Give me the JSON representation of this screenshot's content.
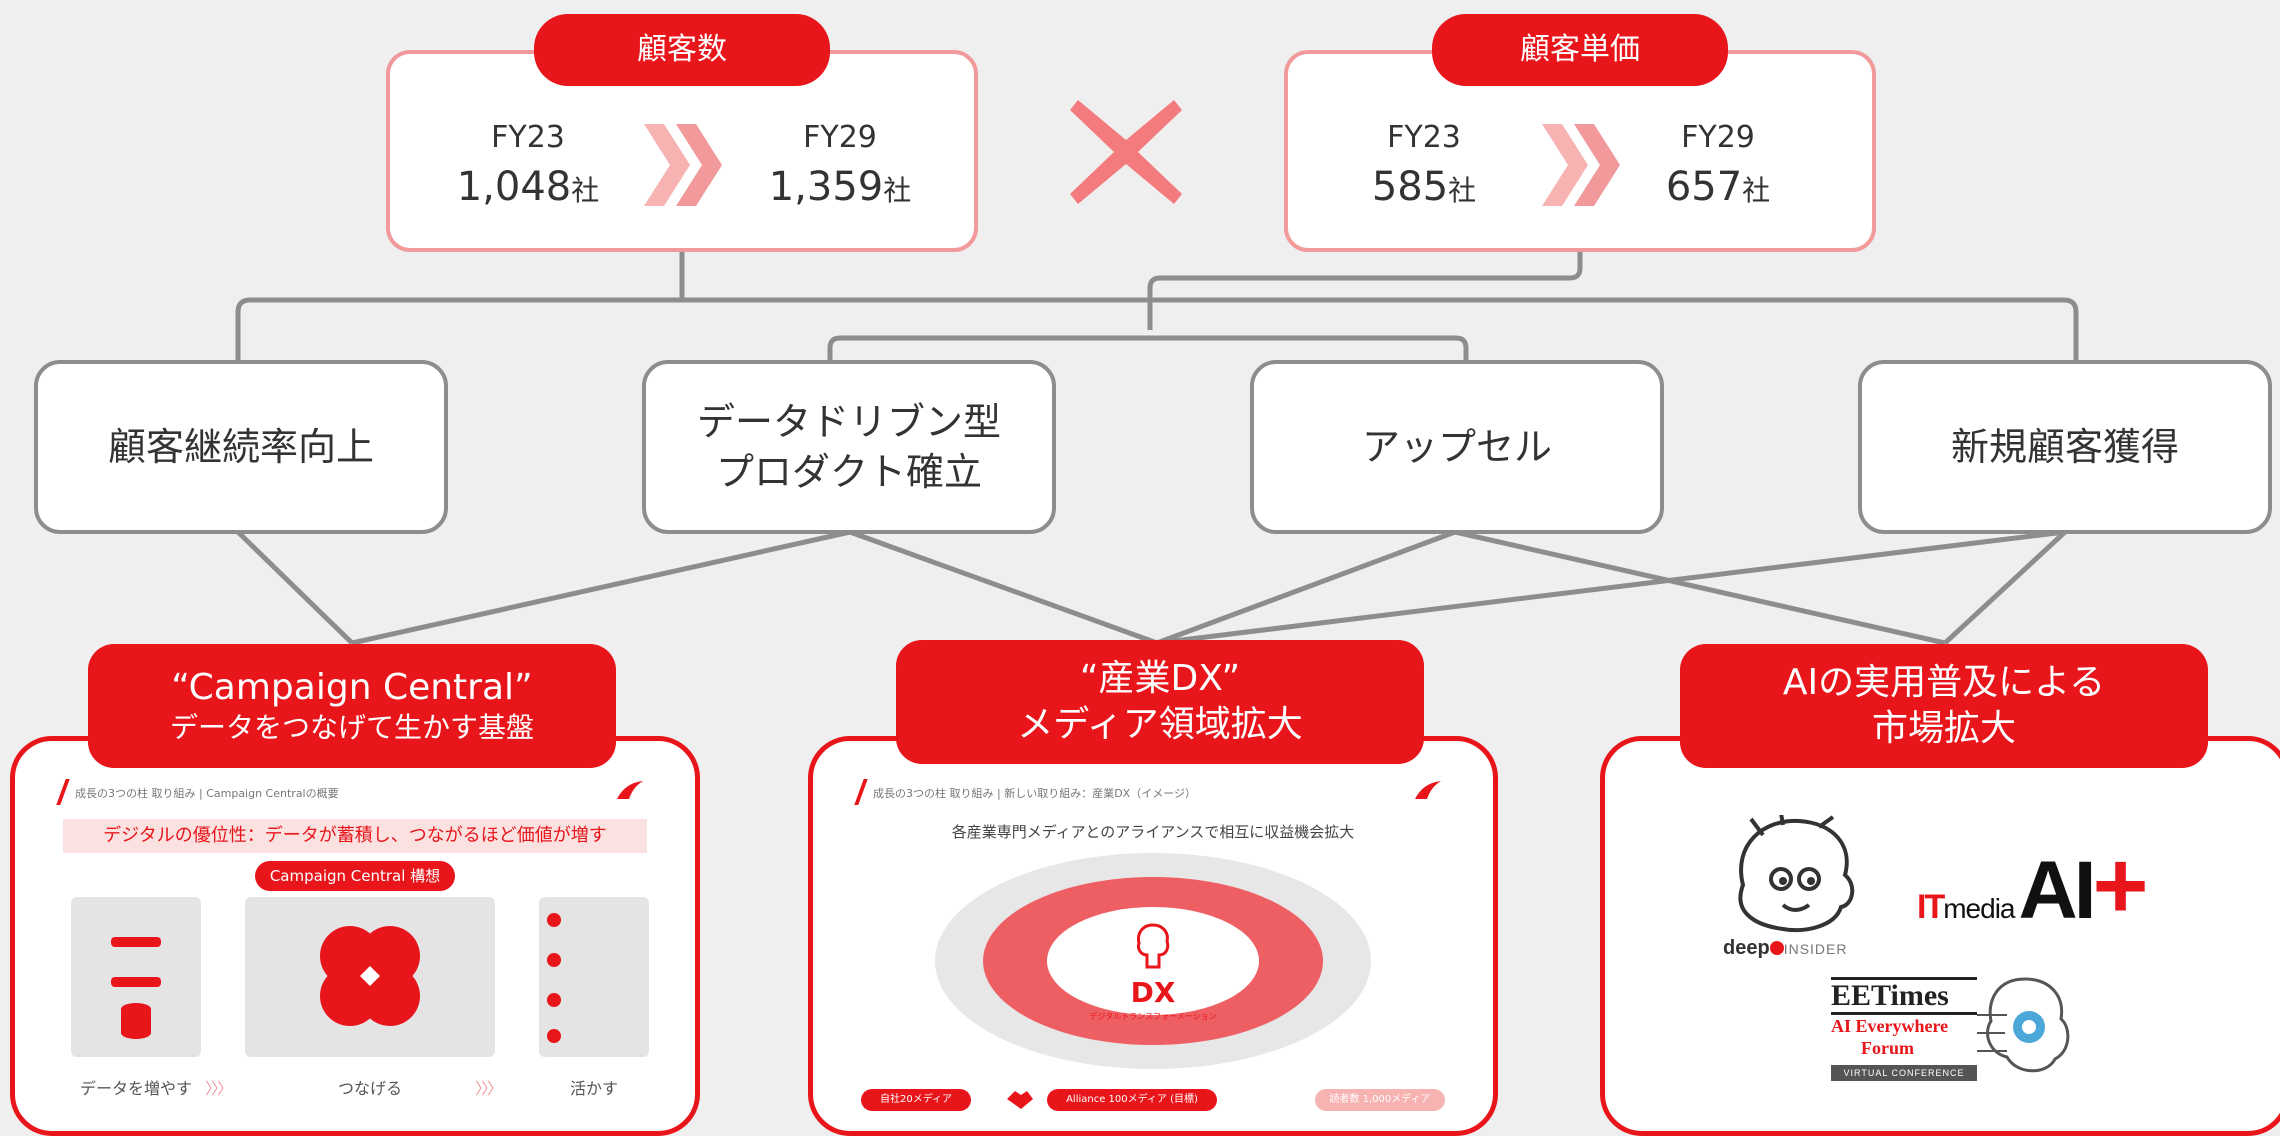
{
  "kpis": [
    {
      "title": "顧客数",
      "from_year": "FY23",
      "from_value": "1,048",
      "to_year": "FY29",
      "to_value": "1,359",
      "unit": "社"
    },
    {
      "title": "顧客単価",
      "from_year": "FY23",
      "from_value": "585",
      "to_year": "FY29",
      "to_value": "657",
      "unit": "社"
    }
  ],
  "operator": "×",
  "strategies": [
    {
      "label": "顧客継続率向上"
    },
    {
      "label_l1": "データドリブン型",
      "label_l2": "プロダクト確立"
    },
    {
      "label": "アップセル"
    },
    {
      "label": "新規顧客獲得"
    }
  ],
  "initiatives": [
    {
      "title_l1": "“Campaign Central”",
      "title_l2": "データをつなげて生かす基盤"
    },
    {
      "title_l1": "“産業DX”",
      "title_l2": "メディア領域拡大"
    },
    {
      "title_l1": "AIの実用普及による",
      "title_l2": "市場拡大"
    }
  ],
  "slide1": {
    "header": "成長の3つの柱 取り組み | Campaign Centralの概要",
    "banner": "デジタルの優位性：データが蓄積し、つながるほど価値が増す",
    "pill": "Campaign Central 構想",
    "steps": [
      "データを増やす",
      "つなげる",
      "活かす"
    ],
    "chevrons": "〉〉〉"
  },
  "slide2": {
    "header": "成長の3つの柱 取り組み | 新しい取り組み：産業DX（イメージ）",
    "title": "各産業専門メディアとのアライアンスで相互に収益機会拡大",
    "center": "DX",
    "center_sub": "デジタルトランスフォーメーション",
    "pills": [
      "自社20メディア",
      "Alliance 100メディア (目標)",
      "読者数 1,000メディア"
    ]
  },
  "logos": {
    "deep": "deep",
    "insider": "INSIDER",
    "itmedia_it": "IT",
    "itmedia_media": "media",
    "aiplus_ai": "AI",
    "aiplus_plus": "+",
    "eetimes": "EETimes",
    "ai_everywhere": "AI Everywhere",
    "forum": "Forum",
    "virtual": "VIRTUAL CONFERENCE"
  },
  "colors": {
    "accent": "#e8151b",
    "soft": "#f2999b",
    "line": "#8d8d8d",
    "bg": "#efefef"
  }
}
